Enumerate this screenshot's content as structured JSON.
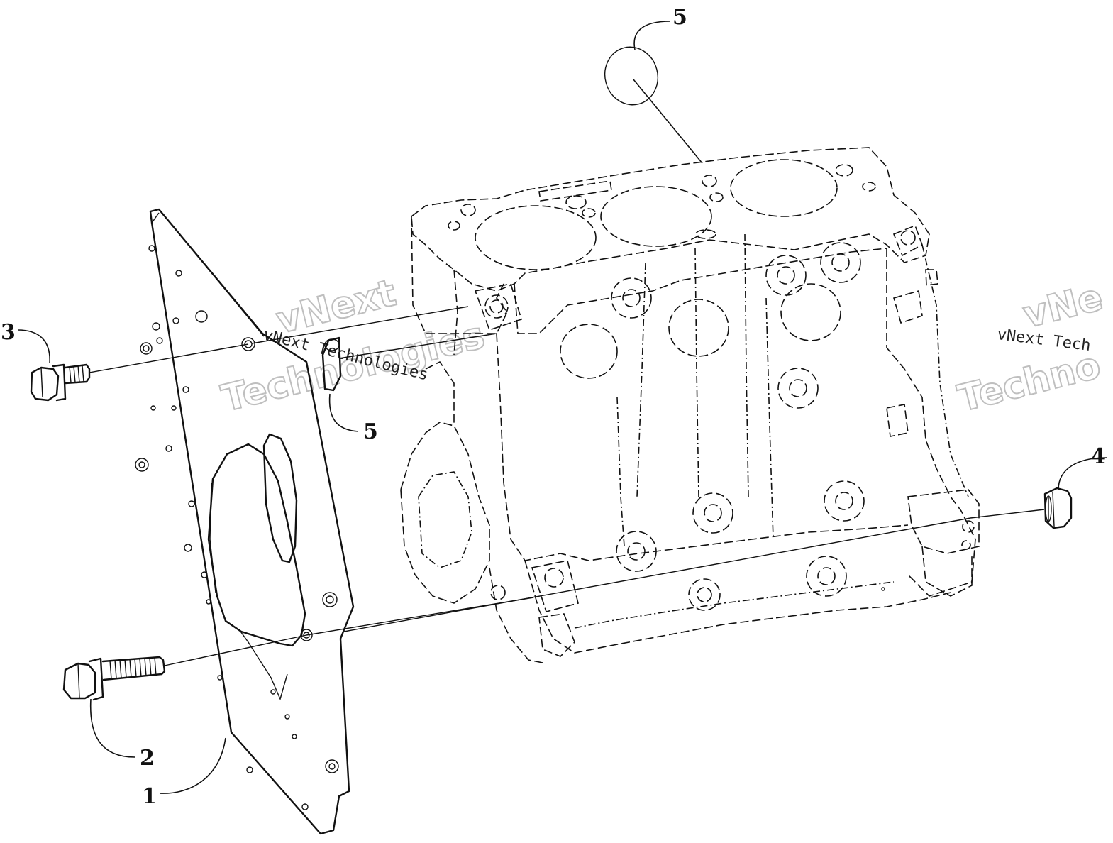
{
  "diagram": {
    "callouts": [
      {
        "id": "c1",
        "label": "1"
      },
      {
        "id": "c2",
        "label": "2"
      },
      {
        "id": "c3",
        "label": "3"
      },
      {
        "id": "c4",
        "label": "4"
      },
      {
        "id": "c5a",
        "label": "5"
      },
      {
        "id": "c5b",
        "label": "5"
      }
    ],
    "watermarks": {
      "line1": "vNext",
      "line2": "Technologies",
      "mono": "vNext Technologies",
      "mono_right": "vNext Tech",
      "right_line1": "vNe",
      "right_line2": "Techno"
    }
  }
}
